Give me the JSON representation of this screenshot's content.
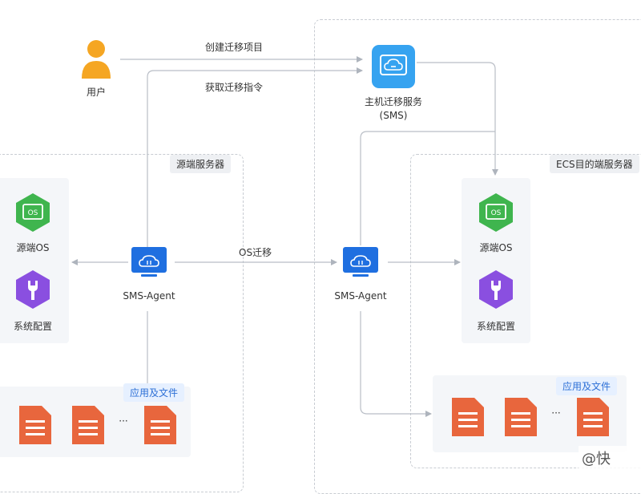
{
  "actors": {
    "user_label": "用户",
    "sms_label_line1": "主机迁移服务",
    "sms_label_line2": "(SMS)"
  },
  "regions": {
    "source_title": "源端服务器",
    "target_title": "ECS目的端服务器"
  },
  "flows": {
    "create_task": "创建迁移项目",
    "get_command": "获取迁移指令",
    "os_migrate": "OS迁移"
  },
  "source": {
    "os_label": "源端OS",
    "os_badge": "OS",
    "config_label": "系统配置",
    "agent_label": "SMS-Agent",
    "apps_tag": "应用及文件",
    "ellipsis": "···"
  },
  "target": {
    "os_label": "源端OS",
    "os_badge": "OS",
    "config_label": "系统配置",
    "agent_label": "SMS-Agent",
    "apps_tag": "应用及文件",
    "ellipsis": "···"
  },
  "watermark": "@快",
  "colors": {
    "os_green": "#3fb54e",
    "config_purple": "#8a4fe0",
    "file_orange": "#e8663d",
    "agent_blue": "#1f6fe0",
    "sms_blue": "#36a3f0",
    "user_orange": "#f5a623",
    "line_gray": "#b9bec6"
  }
}
